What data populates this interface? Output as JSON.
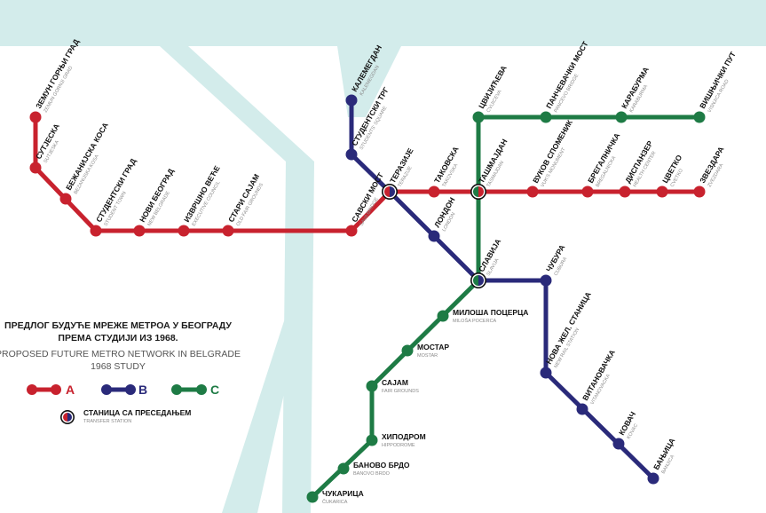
{
  "colors": {
    "line_a": "#c8222e",
    "line_b": "#2a2a7a",
    "line_c": "#1e7b45",
    "river": "#d3eceb",
    "background": "#ffffff"
  },
  "title": {
    "cyrillic_line1": "ПРЕДЛОГ БУДУЋЕ МРЕЖЕ МЕТРОА У БЕОГРАДУ",
    "cyrillic_line2": "ПРЕМА СТУДИЈИ ИЗ 1968.",
    "latin_line1": "PROPOSED FUTURE METRO NETWORK IN BELGRADE",
    "latin_line2": "1968 STUDY"
  },
  "legend": {
    "line_a": "A",
    "line_b": "B",
    "line_c": "C",
    "transfer_name": "СТАНИЦА СА ПРЕСЕДАЊЕМ",
    "transfer_sub": "TRANSFER STATION"
  },
  "stations": {
    "zemun_gornji_grad": {
      "name": "ЗЕМУН ГОРЊИ ГРАД",
      "sub": "ZEMUN GORNJI GRAD"
    },
    "sutjeska": {
      "name": "СУТЈЕСКА",
      "sub": "SUTJESKA"
    },
    "bezanijska_kosa": {
      "name": "БЕЖАНИЈСКА КОСА",
      "sub": "BEZANIJSKA KOSA"
    },
    "studentski_grad": {
      "name": "СТУДЕНТСКИ ГРАД",
      "sub": "STUDENT TOWN"
    },
    "novi_beograd": {
      "name": "НОВИ БЕОГРАД",
      "sub": "NEW BELGRADE"
    },
    "izvrsno_vece": {
      "name": "ИЗВРШНО ВЕЋЕ",
      "sub": "EXECUTIVE COUNCIL"
    },
    "stari_sajam": {
      "name": "СТАРИ САЈАМ",
      "sub": "OLD FAIR GROUNDS"
    },
    "savski_most": {
      "name": "САВСКИ МОСТ",
      "sub": "SAVA BRIDGE"
    },
    "terazije": {
      "name": "ТЕРАЗИЈЕ",
      "sub": "TERAZIJE"
    },
    "takovska": {
      "name": "ТАКОВСКА",
      "sub": "TAKOVSKA"
    },
    "tasmajdan": {
      "name": "ТАШМАЈДАН",
      "sub": "TASMAJDAN"
    },
    "vukov_spomenik": {
      "name": "ВУКОВ СПОМЕНИК",
      "sub": "VUK'S MONUMENT"
    },
    "bregalnicka": {
      "name": "БРЕГАЛНИЧКА",
      "sub": "BREGALNICKA"
    },
    "dispanzer": {
      "name": "ДИСПАНЗЕР",
      "sub": "HEALTH CENTER"
    },
    "cvetko": {
      "name": "ЦВЕТКО",
      "sub": "CVETKO"
    },
    "zvezdara": {
      "name": "ЗВЕЗДАРА",
      "sub": "ZVEZDARA"
    },
    "kalemegdan": {
      "name": "КАЛЕМЕГДАН",
      "sub": "KALEMEGDAN"
    },
    "studentski_trg": {
      "name": "СТУДЕНТСКИ ТРГ",
      "sub": "STUDENTS' SQUARE"
    },
    "london": {
      "name": "ЛОНДОН",
      "sub": "LONDON"
    },
    "slavija": {
      "name": "СЛАВИЈА",
      "sub": "SLAVIJA"
    },
    "cubura": {
      "name": "ЧУБУРА",
      "sub": "CUBURA"
    },
    "nova_zel_stanica": {
      "name": "НОВА ЖЕЛ. СТАНИЦА",
      "sub": "NEW RAIL STATION"
    },
    "vitanovacka": {
      "name": "ВИТАНОВАЧКА",
      "sub": "VITANOVACKA"
    },
    "kovac": {
      "name": "КОВАЧ",
      "sub": "KOVAC"
    },
    "banjica": {
      "name": "БАЊИЦА",
      "sub": "BANJICA"
    },
    "cvijiceva": {
      "name": "ЦВИЈИЋЕВА",
      "sub": "CVIJICEVA"
    },
    "pancevacki_most": {
      "name": "ПАНЧЕВАЧКИ МОСТ",
      "sub": "PANCEVO BRIDGE"
    },
    "karaburma": {
      "name": "КАРАБУРМА",
      "sub": "KARABURMA"
    },
    "visnjicki_put": {
      "name": "ВИШЊИЧКИ ПУТ",
      "sub": "VISNJICA ROAD"
    },
    "milosa_pocerca": {
      "name": "МИЛОША ПОЦЕРЦА",
      "sub": "MILOŠA POCERCA"
    },
    "mostar": {
      "name": "МОСТАР",
      "sub": "MOSTAR"
    },
    "sajam": {
      "name": "САЈАМ",
      "sub": "FAIR GROUNDS"
    },
    "hipodrom": {
      "name": "ХИПОДРОМ",
      "sub": "HIPPODROME"
    },
    "banovo_brdo": {
      "name": "БАНОВО БРДО",
      "sub": "BANOVO BRDO"
    },
    "cukarica": {
      "name": "ЧУКАРИЦА",
      "sub": "ČUKARICA"
    }
  }
}
